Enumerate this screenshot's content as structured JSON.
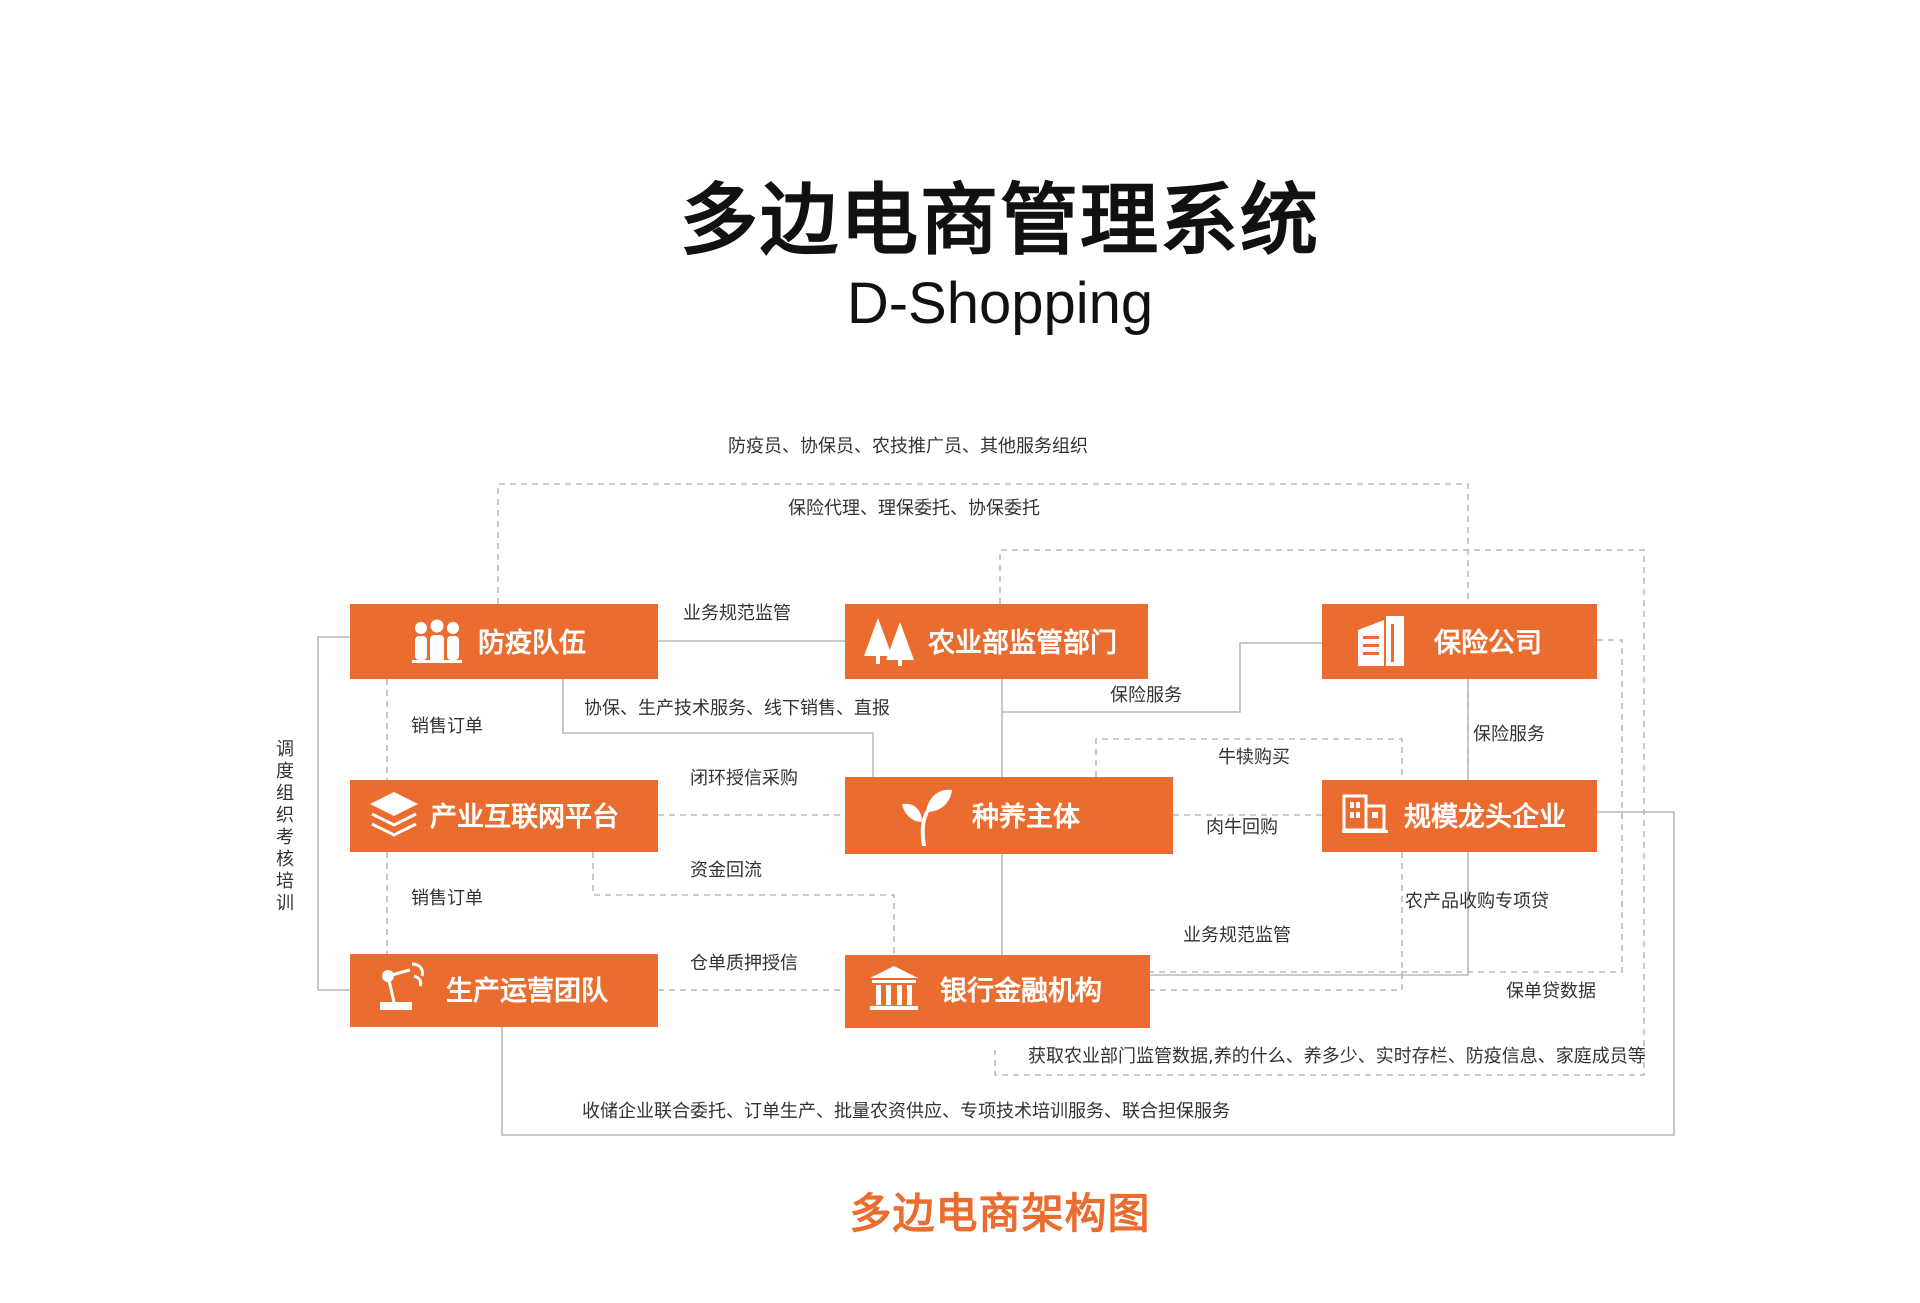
{
  "header": {
    "title": "多边电商管理系统",
    "subtitle": "D-Shopping"
  },
  "caption": "多边电商架构图",
  "colors": {
    "node_fill": "#ea6c2e",
    "node_text": "#ffffff",
    "connector": "#b9b9b9",
    "caption": "#ea6c2e"
  },
  "nodes": {
    "epidemic_team": {
      "label": "防疫队伍",
      "icon": "people-group-icon"
    },
    "agri_dept": {
      "label": "农业部监管部门",
      "icon": "trees-icon"
    },
    "insurance": {
      "label": "保险公司",
      "icon": "office-building-icon"
    },
    "platform": {
      "label": "产业互联网平台",
      "icon": "layers-icon"
    },
    "farmer": {
      "label": "种养主体",
      "icon": "sprout-icon"
    },
    "leader": {
      "label": "规模龙头企业",
      "icon": "factory-building-icon"
    },
    "production": {
      "label": "生产运营团队",
      "icon": "robot-arm-icon"
    },
    "bank": {
      "label": "银行金融机构",
      "icon": "bank-icon"
    }
  },
  "edges": {
    "top_outer": "防疫员、协保员、农技推广员、其他服务组织",
    "insurance_agency": "保险代理、理保委托、协保委托",
    "biz_supervision_top": "业务规范监管",
    "coop_services": "协保、生产技术服务、线下销售、直报",
    "insurance_service_left": "保险服务",
    "insurance_service_right": "保险服务",
    "sales_order_1": "销售订单",
    "closed_loop": "闭环授信采购",
    "calf_purchase": "牛犊购买",
    "beef_buyback": "肉牛回购",
    "capital_return": "资金回流",
    "sales_order_2": "销售订单",
    "agri_loan": "农产品收购专项贷",
    "biz_supervision_bottom": "业务规范监管",
    "warehouse_credit": "仓单质押授信",
    "policy_loan_data": "保单贷数据",
    "agri_data": "获取农业部门监管数据,养的什么、养多少、实时存栏、防疫信息、家庭成员等",
    "bottom_outer": "收储企业联合委托、订单生产、批量农资供应、专项技术培训服务、联合担保服务",
    "vertical_left": [
      "调",
      "度",
      "组",
      "织",
      "考",
      "核",
      "培",
      "训"
    ]
  }
}
